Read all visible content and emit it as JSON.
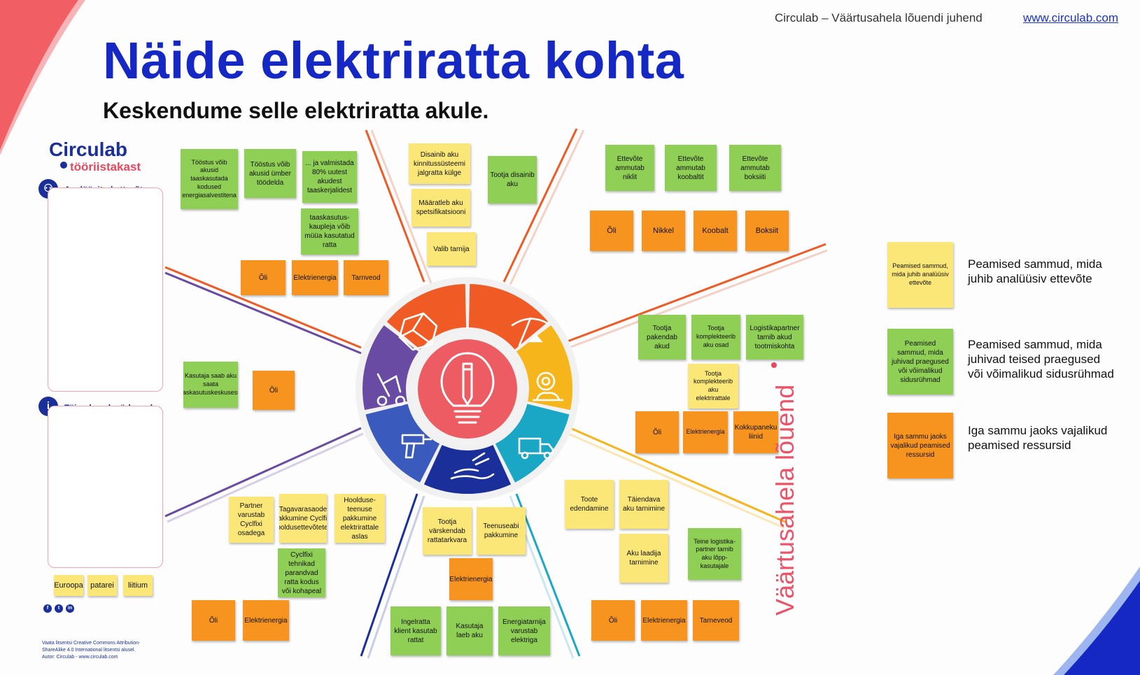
{
  "header": {
    "doc_title": "Circulab – Väärtusahela lõuendi juhend",
    "link": "www.circulab.com"
  },
  "title": "Näide elektriratta kohta",
  "subtitle": "Keskendume selle elektriratta akule.",
  "brand": {
    "name": "Circulab",
    "sub": "tööriistakast"
  },
  "sidebar": {
    "section1_label": "Analüüsitud ettevõte",
    "section2_label": "Täiendavad märkused",
    "notes": [
      "Euroopa",
      "patarei",
      "liitium"
    ]
  },
  "canvas_name": "Väärtusahela lõuend",
  "footer": {
    "line1": "Vaata litsentsi Creative Commons Attribution-",
    "line2": "ShareAlike 4.0 International litsentsi alusel.",
    "line3": "Autor: Circulab - www.circulab.com"
  },
  "legend": [
    {
      "note": "Peamised sammud, mida juhib analüüsiv ettevõte",
      "text": "Peamised sammud, mida juhib analüüsiv ettevõte",
      "color": "yellow"
    },
    {
      "note": "Peamised sammud, mida juhivad praegused või võimalikud sidusrühmad",
      "text": "Peamised sammud, mida juhivad teised praegused või võimalikud sidusrühmad",
      "color": "green"
    },
    {
      "note": "Iga sammu jaoks vajalikud peamised ressursid",
      "text": "Iga sammu jaoks vajalikud peamised ressursid",
      "color": "orange"
    }
  ],
  "wheel": {
    "segments": [
      {
        "name": "toorained",
        "color": "#f05a24",
        "icon": "pickaxe-icon"
      },
      {
        "name": "tootmine",
        "color": "#f5b51b",
        "icon": "gear-icon"
      },
      {
        "name": "logistika",
        "color": "#1aa7c6",
        "icon": "truck-icon"
      },
      {
        "name": "kasutamine",
        "color": "#1a2f9a",
        "icon": "hand-icon"
      },
      {
        "name": "hooldus",
        "color": "#3a5bbd",
        "icon": "drill-icon"
      },
      {
        "name": "taaskasutus",
        "color": "#6a4ba3",
        "icon": "recycle-icon"
      },
      {
        "name": "disain",
        "color": "#f05a24",
        "icon": "box-icon"
      }
    ],
    "center_icon": "lightbulb-pencil-icon",
    "center_color": "#ec5c62"
  },
  "notes": {
    "design_yellow": [
      "Disainib aku kinnitussüsteemi jalgratta külge",
      "Määratleb aku spetsifikatsiooni",
      "Valib tarnija"
    ],
    "design_green": "Tootja disainib aku",
    "raw_green": [
      "Ettevõte ammutab niklit",
      "Ettevõte ammutab koobaltit",
      "Ettevõte ammutab boksiiti"
    ],
    "raw_orange": [
      "Õli",
      "Nikkel",
      "Koobalt",
      "Boksiit"
    ],
    "recycle_green": [
      "Tööstus võib akusid taaskasutada kodused energiasalvestitena",
      "Tööstus võib akusid ümber töödelda",
      "... ja valmistada 80% uutest akudest taaskerjalidest",
      "taaskasutus-kaupleja võib müüa kasutatud ratta"
    ],
    "recycle_orange": [
      "Õli",
      "Elektrienergia",
      "Tarnveod"
    ],
    "prod_green": [
      "Tootja pakendab akud",
      "Tootja komplekteerib aku osad",
      "Logistikapartner tarnib akud tootmiskohta"
    ],
    "prod_yellow": "Tootja komplekteerib aku elektrirattale",
    "prod_orange": [
      "Õli",
      "Elektrienergia",
      "Kokkupaneku liinid"
    ],
    "left_green": "Kasutaja saab aku saata taaskasutuskeskusesse",
    "left_orange": "Õli",
    "maint_yellow": [
      "Partner varustab Cyclfixi osadega",
      "Tagavarasaode pakkumine Cyclfixi hooldusettevõtetele",
      "Hoolduse-teenuse pakkumine elektrirattale aslas"
    ],
    "maint_green": "Cyclfixi tehnikad parandvad ratta kodus või kohapeal",
    "maint_orange": [
      "Õli",
      "Elektrienergia"
    ],
    "use_yellow": [
      "Tootja värskendab rattatarkvara",
      "Teenuseabi pakkumine"
    ],
    "use_orange": "Elektrienergia",
    "use_green": [
      "Ingelratta klient kasutab rattat",
      "Kasutaja laeb aku",
      "Energiatarnija varustab elektriga"
    ],
    "log_yellow": [
      "Toote edendamine",
      "Täiendava aku tarnimine",
      "Aku laadija tarnimine"
    ],
    "log_green": "Teine logistika-partner tarnib aku lõpp-kasutajale",
    "log_orange": [
      "Õli",
      "Elektrienergia",
      "Tarneveod"
    ]
  }
}
